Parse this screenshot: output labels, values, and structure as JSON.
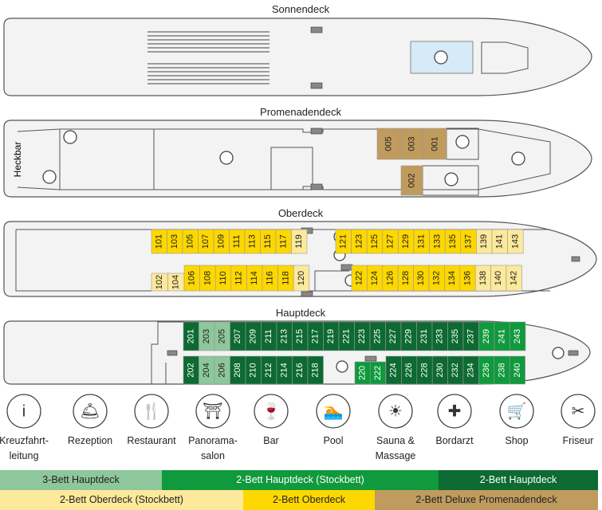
{
  "decks": {
    "sonnendeck": "Sonnendeck",
    "promenadendeck": "Promenadendeck",
    "oberdeck": "Oberdeck",
    "hauptdeck": "Hauptdeck",
    "heckbar": "Heckbar"
  },
  "categories": {
    "3h": {
      "label": "3-Bett Hauptdeck",
      "color": "#8dc79b",
      "text": "#222"
    },
    "2hs": {
      "label": "2-Bett Hauptdeck (Stockbett)",
      "color": "#10993d",
      "text": "#fff"
    },
    "2h": {
      "label": "2-Bett Hauptdeck",
      "color": "#0d6a31",
      "text": "#fff"
    },
    "2os": {
      "label": "2-Bett Oberdeck (Stockbett)",
      "color": "#fde99b",
      "text": "#222"
    },
    "2o": {
      "label": "2-Bett Oberdeck",
      "color": "#fdd800",
      "text": "#222"
    },
    "2dp": {
      "label": "2-Bett Deluxe Promenadendeck",
      "color": "#c09b5e",
      "text": "#222"
    }
  },
  "cabin_rows": [
    {
      "deck": "promenadendeck",
      "cabins": [
        [
          "005",
          "2dp"
        ],
        [
          "003",
          "2dp"
        ],
        [
          "001",
          "2dp"
        ]
      ]
    },
    {
      "deck": "promenadendeck",
      "cabins": [
        [
          "002",
          "2dp"
        ]
      ]
    },
    {
      "deck": "oberdeck",
      "cabins": [
        [
          "101",
          "2o"
        ],
        [
          "103",
          "2o"
        ],
        [
          "105",
          "2o"
        ],
        [
          "107",
          "2o"
        ],
        [
          "109",
          "2o"
        ],
        [
          "111",
          "2o"
        ],
        [
          "113",
          "2o"
        ],
        [
          "115",
          "2o"
        ],
        [
          "117",
          "2o"
        ],
        [
          "119",
          "2os"
        ]
      ]
    },
    {
      "deck": "oberdeck",
      "cabins": [
        [
          "121",
          "2o"
        ],
        [
          "123",
          "2o"
        ],
        [
          "125",
          "2o"
        ],
        [
          "127",
          "2o"
        ],
        [
          "129",
          "2o"
        ],
        [
          "131",
          "2o"
        ],
        [
          "133",
          "2o"
        ],
        [
          "135",
          "2o"
        ],
        [
          "137",
          "2o"
        ],
        [
          "139",
          "2os"
        ],
        [
          "141",
          "2os"
        ],
        [
          "143",
          "2os"
        ]
      ]
    },
    {
      "deck": "oberdeck",
      "cabins": [
        [
          "102",
          "2os"
        ],
        [
          "104",
          "2os"
        ]
      ]
    },
    {
      "deck": "oberdeck",
      "cabins": [
        [
          "106",
          "2o"
        ],
        [
          "108",
          "2o"
        ],
        [
          "110",
          "2o"
        ],
        [
          "112",
          "2o"
        ],
        [
          "114",
          "2o"
        ],
        [
          "116",
          "2o"
        ],
        [
          "118",
          "2o"
        ],
        [
          "120",
          "2os"
        ]
      ]
    },
    {
      "deck": "oberdeck",
      "cabins": [
        [
          "122",
          "2o"
        ],
        [
          "124",
          "2o"
        ],
        [
          "126",
          "2o"
        ],
        [
          "128",
          "2o"
        ],
        [
          "130",
          "2o"
        ],
        [
          "132",
          "2o"
        ],
        [
          "134",
          "2o"
        ],
        [
          "136",
          "2o"
        ],
        [
          "138",
          "2os"
        ],
        [
          "140",
          "2os"
        ],
        [
          "142",
          "2os"
        ]
      ]
    },
    {
      "deck": "hauptdeck",
      "cabins": [
        [
          "201",
          "2h"
        ],
        [
          "203",
          "3h"
        ],
        [
          "205",
          "3h"
        ],
        [
          "207",
          "2h"
        ],
        [
          "209",
          "2h"
        ],
        [
          "211",
          "2h"
        ],
        [
          "213",
          "2h"
        ],
        [
          "215",
          "2h"
        ],
        [
          "217",
          "2h"
        ],
        [
          "219",
          "2h"
        ],
        [
          "221",
          "2h"
        ],
        [
          "223",
          "2h"
        ],
        [
          "225",
          "2h"
        ],
        [
          "227",
          "2h"
        ],
        [
          "229",
          "2h"
        ],
        [
          "231",
          "2h"
        ],
        [
          "233",
          "2h"
        ],
        [
          "235",
          "2h"
        ],
        [
          "237",
          "2h"
        ],
        [
          "239",
          "2hs"
        ],
        [
          "241",
          "2hs"
        ],
        [
          "243",
          "2hs"
        ]
      ]
    },
    {
      "deck": "hauptdeck",
      "cabins": [
        [
          "202",
          "2h"
        ],
        [
          "204",
          "3h"
        ],
        [
          "206",
          "3h"
        ],
        [
          "208",
          "2h"
        ],
        [
          "210",
          "2h"
        ],
        [
          "212",
          "2h"
        ],
        [
          "214",
          "2h"
        ],
        [
          "216",
          "2h"
        ],
        [
          "218",
          "2h"
        ]
      ]
    },
    {
      "deck": "hauptdeck",
      "cabins": [
        [
          "220",
          "2hs"
        ],
        [
          "222",
          "2hs"
        ]
      ]
    },
    {
      "deck": "hauptdeck",
      "cabins": [
        [
          "224",
          "2h"
        ],
        [
          "226",
          "2h"
        ],
        [
          "228",
          "2h"
        ],
        [
          "230",
          "2h"
        ],
        [
          "232",
          "2h"
        ],
        [
          "234",
          "2h"
        ],
        [
          "236",
          "2hs"
        ],
        [
          "238",
          "2hs"
        ],
        [
          "240",
          "2hs"
        ]
      ]
    }
  ],
  "facilities": [
    {
      "icon": "info-icon",
      "glyph": "i",
      "line1": "Kreuzfahrt-",
      "line2": "leitung"
    },
    {
      "icon": "reception-bell-icon",
      "glyph": "🛎",
      "line1": "Rezeption",
      "line2": ""
    },
    {
      "icon": "restaurant-icon",
      "glyph": "🍴",
      "line1": "Restaurant",
      "line2": ""
    },
    {
      "icon": "lounge-icon",
      "glyph": "⛩",
      "line1": "Panorama-",
      "line2": "salon"
    },
    {
      "icon": "bar-icon",
      "glyph": "🍷",
      "line1": "Bar",
      "line2": ""
    },
    {
      "icon": "pool-icon",
      "glyph": "🏊",
      "line1": "Pool",
      "line2": ""
    },
    {
      "icon": "sauna-sun-icon",
      "glyph": "☀",
      "line1": "Sauna &",
      "line2": "Massage"
    },
    {
      "icon": "doctor-cross-icon",
      "glyph": "✚",
      "line1": "Bordarzt",
      "line2": ""
    },
    {
      "icon": "shop-register-icon",
      "glyph": "🛒",
      "line1": "Shop",
      "line2": ""
    },
    {
      "icon": "hairdresser-scissors-icon",
      "glyph": "✂",
      "line1": "Friseur",
      "line2": ""
    }
  ],
  "legend_rows": [
    [
      "3h",
      "2hs",
      "2h"
    ],
    [
      "2os",
      "2o",
      "2dp"
    ]
  ]
}
